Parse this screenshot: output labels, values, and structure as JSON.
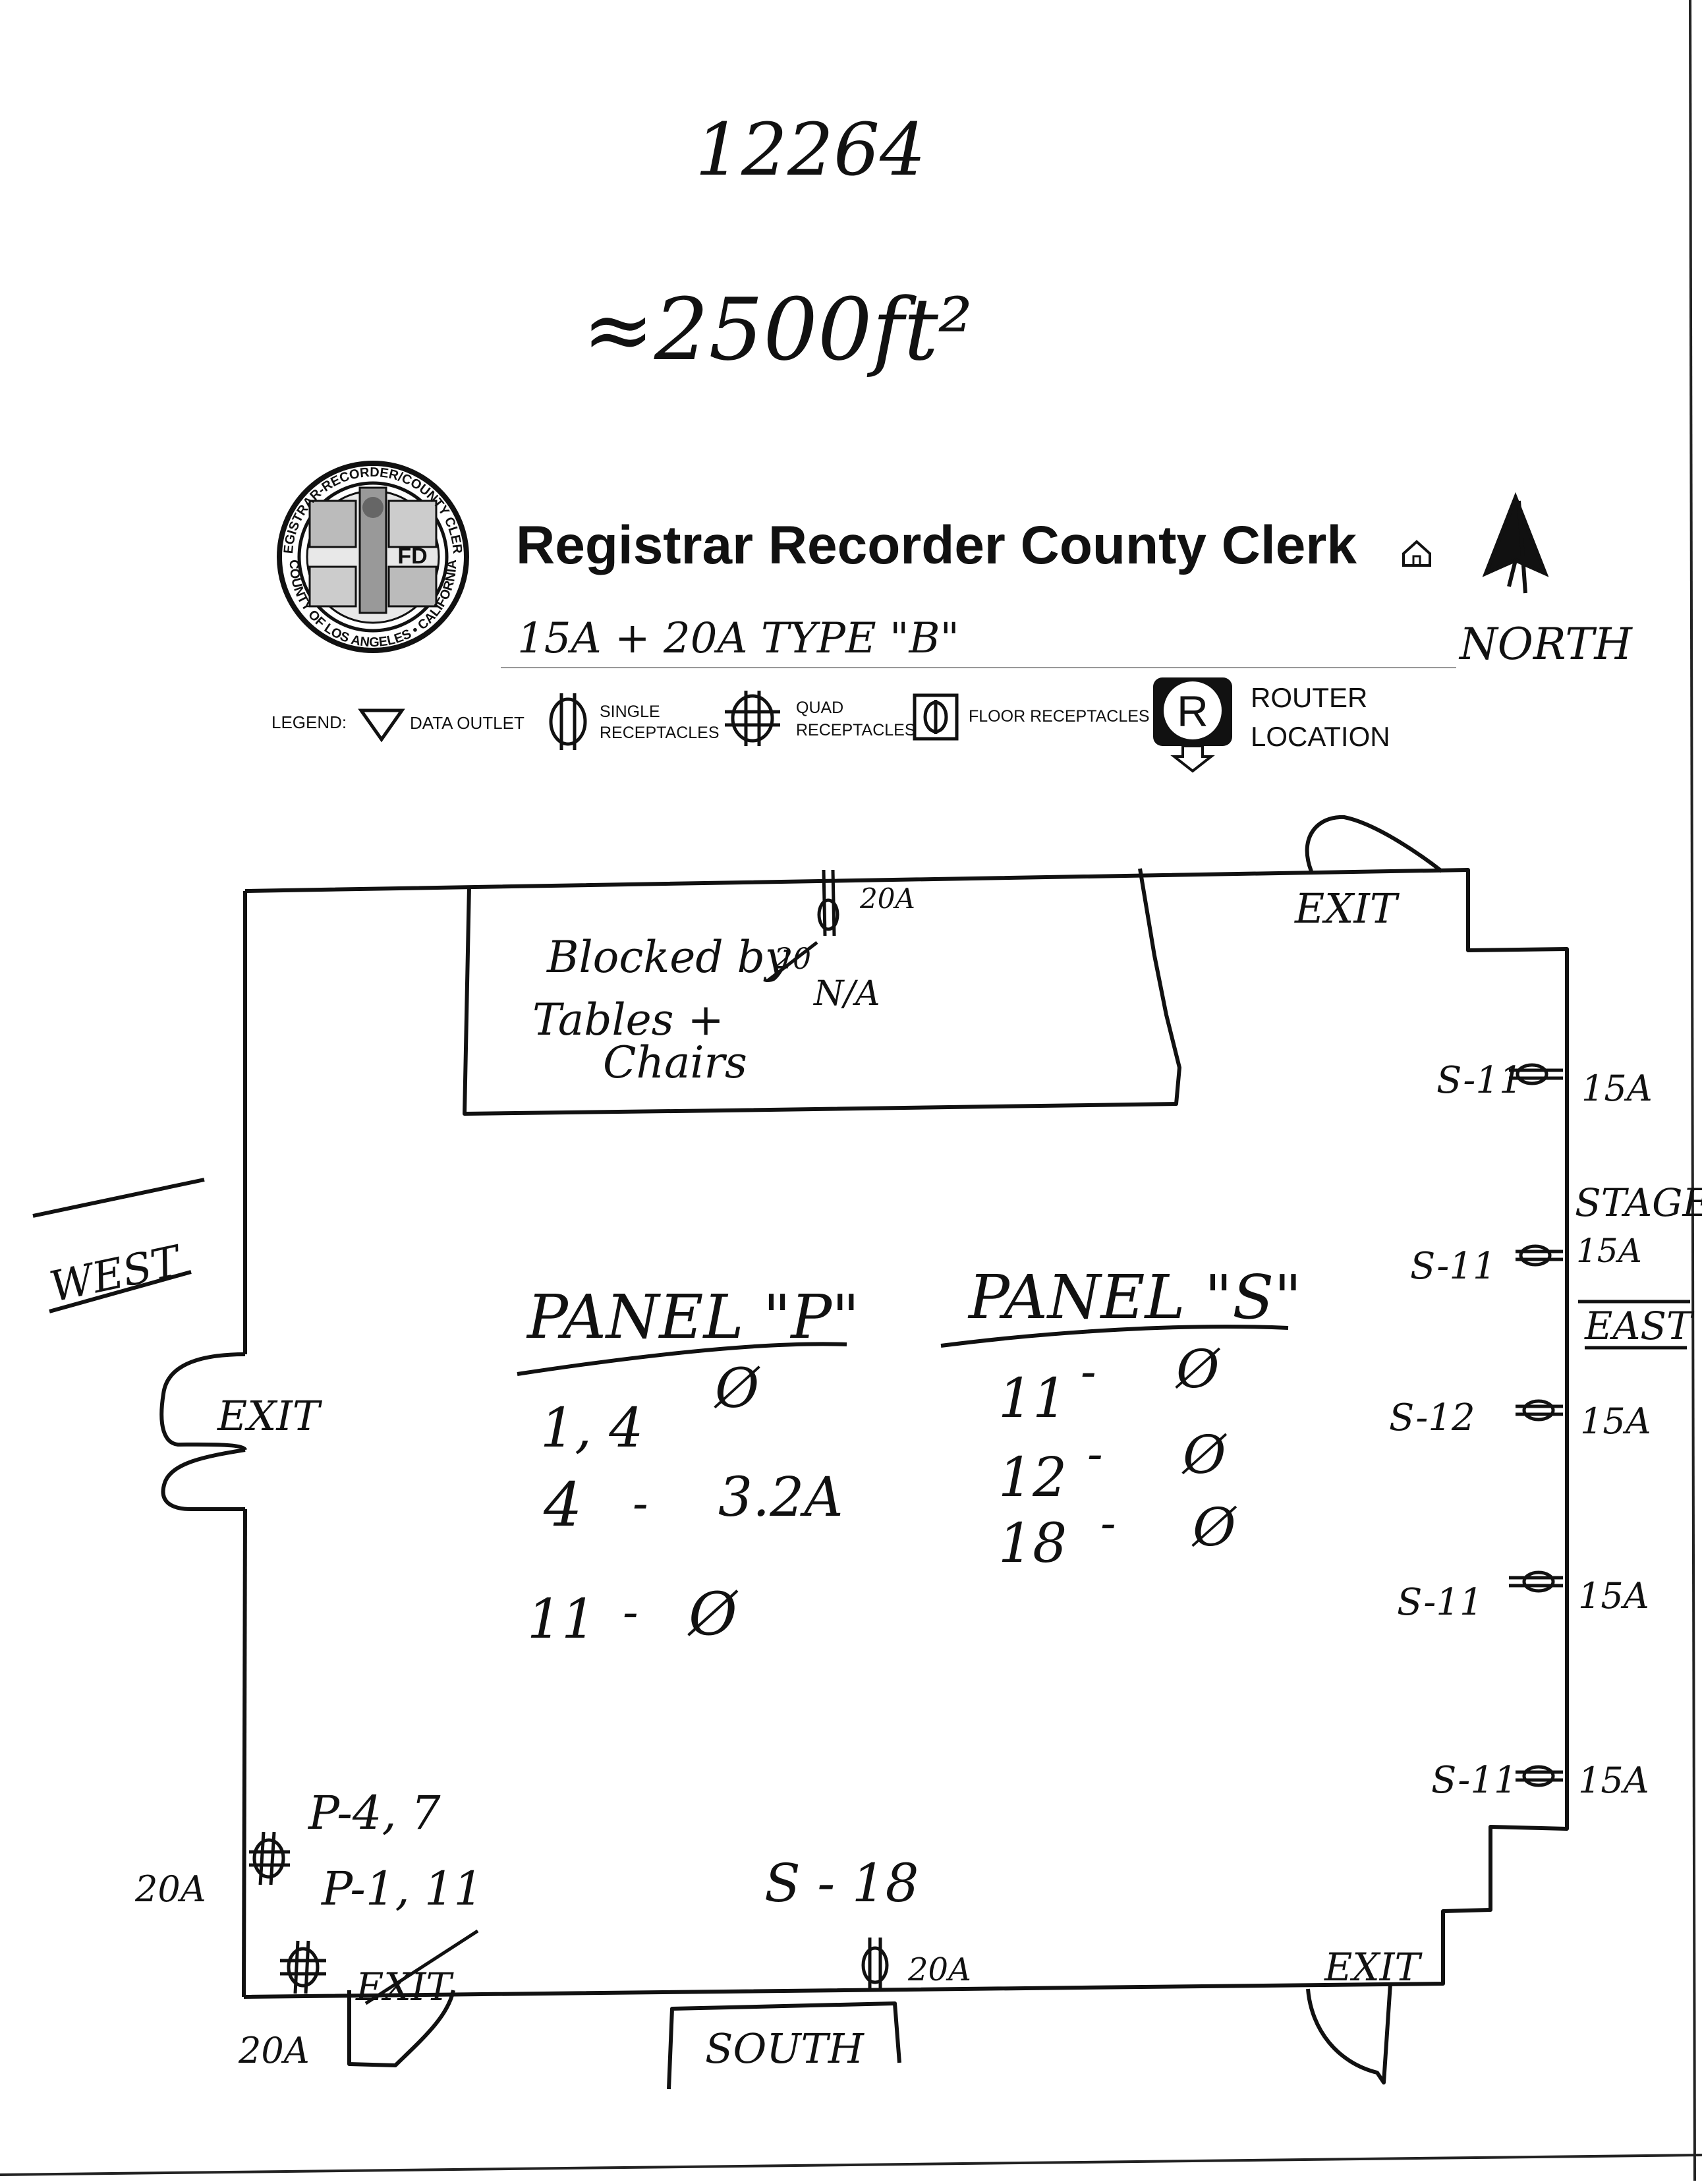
{
  "annotations": {
    "id_number": "12264",
    "area": "≈2500ft²"
  },
  "header": {
    "seal": {
      "ring_text_top": "REGISTRAR-RECORDER/COUNTY CLERK",
      "ring_text_bottom": "COUNTY OF LOS ANGELES • CALIFORNIA"
    },
    "title": "Registrar Recorder County Clerk",
    "home_icon": "home-icon",
    "north_label": "NORTH",
    "circuit_note": "15A + 20A TYPE \"B\""
  },
  "legend": {
    "label": "LEGEND:",
    "items": [
      {
        "icon": "data-outlet-icon",
        "line1": "DATA OUTLET",
        "line2": ""
      },
      {
        "icon": "single-receptacle-icon",
        "line1": "SINGLE",
        "line2": "RECEPTACLES"
      },
      {
        "icon": "quad-receptacle-icon",
        "line1": "QUAD",
        "line2": "RECEPTACLES"
      },
      {
        "icon": "floor-receptacle-icon",
        "line1": "FLOOR RECEPTACLES",
        "line2": ""
      }
    ],
    "router": {
      "icon": "router-icon",
      "letter": "R",
      "line1": "ROUTER",
      "line2": "LOCATION"
    }
  },
  "plan": {
    "directions": {
      "west": "WEST",
      "east": "EAST",
      "south": "SOUTH",
      "stage": "STAGE"
    },
    "exits": [
      "EXIT",
      "EXIT",
      "EXIT",
      "EXIT"
    ],
    "blocked_note": {
      "line1": "Blocked by",
      "line2": "Tables +",
      "line3": "Chairs",
      "struck": "20",
      "na": "N/A",
      "amps": "20A"
    },
    "panel_p": {
      "title": "PANEL \"P\"",
      "rows": [
        {
          "circuit": "1, 4",
          "value": "Ø"
        },
        {
          "circuit": "4",
          "value": "3.2A"
        },
        {
          "circuit": "11",
          "value": "Ø"
        }
      ]
    },
    "panel_s": {
      "title": "PANEL \"S\"",
      "rows": [
        {
          "circuit": "11",
          "value": "Ø"
        },
        {
          "circuit": "12",
          "value": "Ø"
        },
        {
          "circuit": "18",
          "value": "Ø"
        }
      ]
    },
    "east_outlets": [
      {
        "circuit": "S-11",
        "amps": "15A"
      },
      {
        "circuit": "S-11",
        "amps": "15A"
      },
      {
        "circuit": "S-12",
        "amps": "15A"
      },
      {
        "circuit": "S-11",
        "amps": "15A"
      },
      {
        "circuit": "S-11",
        "amps": "15A"
      }
    ],
    "southwest": {
      "p_top": "P-4, 7",
      "p_bottom": "P-1, 11",
      "amps_upper": "20A",
      "amps_lower": "20A"
    },
    "south_outlet": {
      "circuit": "S - 18",
      "amps": "20A"
    }
  }
}
